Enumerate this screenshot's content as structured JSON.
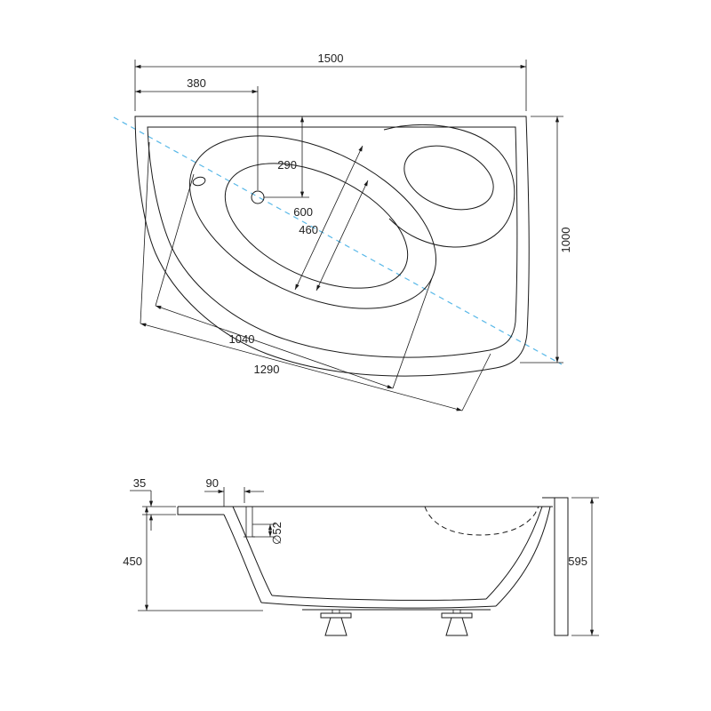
{
  "canvas": {
    "background": "#ffffff",
    "line_color": "#1a1a1a",
    "diagonal_color": "#58b8e8"
  },
  "plan_view": {
    "dimensions": {
      "overall_width": "1500",
      "tap_offset": "380",
      "drain_offset": "290",
      "well_width": "600",
      "well_bottom_width": "460",
      "well_length": "1040",
      "inner_length": "1290",
      "overall_depth": "1000"
    }
  },
  "side_view": {
    "dimensions": {
      "rim_lip_height": "35",
      "rim_width": "90",
      "inner_depth": "450",
      "drain_diameter": "∅52",
      "overall_height": "595"
    }
  }
}
